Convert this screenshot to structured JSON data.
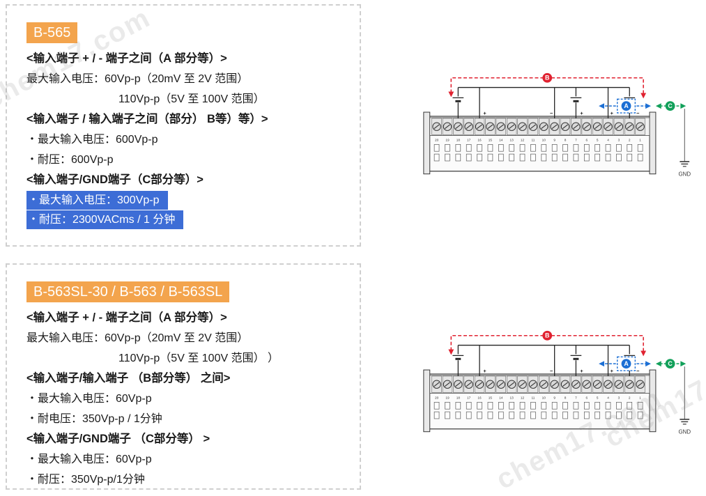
{
  "watermark": {
    "text": "chem17.com"
  },
  "colors": {
    "badge_bg": "#F3A44D",
    "badge_text": "#FFFFFF",
    "highlight_bg": "#3D6DD6",
    "highlight_text": "#FFFFFF",
    "panel_border": "#CFCFCF",
    "red": "#E02230",
    "blue": "#1C6FD4",
    "green": "#12A05A"
  },
  "panels": [
    {
      "badge": "B-565",
      "sections": [
        {
          "heading": "<输入端子 + / - 端子之间（A 部分等）>",
          "lines": [
            {
              "text": "最大输入电压：60Vp-p（20mV 至 2V 范围）"
            },
            {
              "text": "110Vp-p（5V 至 100V 范围）"
            }
          ]
        },
        {
          "heading": "<输入端子 / 输入端子之间（部分） B等）等）>",
          "lines": [
            {
              "text": "・最大输入电压：600Vp-p"
            },
            {
              "text": "・耐压：600Vp-p"
            }
          ]
        },
        {
          "heading": "<输入端子/GND端子（C部分等）>",
          "lines": [
            {
              "text": "・最大输入电压：300Vp-p"
            },
            {
              "text": "・耐压：2300VACms / 1 分钟"
            }
          ]
        }
      ]
    },
    {
      "badge": "B-563SL-30 / B-563 / B-563SL",
      "sections": [
        {
          "heading": "<输入端子 + / - 端子之间（A 部分等）>",
          "lines": [
            {
              "text": "最大输入电压：60Vp-p（20mV 至 2V 范围）"
            },
            {
              "text": "110Vp-p（5V 至 100V 范围） ）"
            }
          ]
        },
        {
          "heading": "<输入端子/输入端子 （B部分等） 之间>",
          "lines": [
            {
              "text": "・最大输入电压：60Vp-p"
            },
            {
              "text": "・耐电压：350Vp-p / 1分钟"
            }
          ]
        },
        {
          "heading": "<输入端子/GND端子 （C部分等） >",
          "lines": [
            {
              "text": "・最大输入电压：60Vp-p"
            },
            {
              "text": "・耐压：350Vp-p/1分钟"
            }
          ]
        }
      ]
    }
  ],
  "diagram": {
    "labels": {
      "a": "A",
      "b": "B",
      "c": "C",
      "gnd": "GND"
    },
    "polarity_labels": [
      "+",
      "−",
      "+",
      "+",
      "−"
    ],
    "terminal_numbers": [
      "20",
      "19",
      "18",
      "17",
      "16",
      "15",
      "14",
      "13",
      "12",
      "11",
      "10",
      "9",
      "8",
      "7",
      "6",
      "5",
      "4",
      "3",
      "2",
      "1"
    ]
  }
}
